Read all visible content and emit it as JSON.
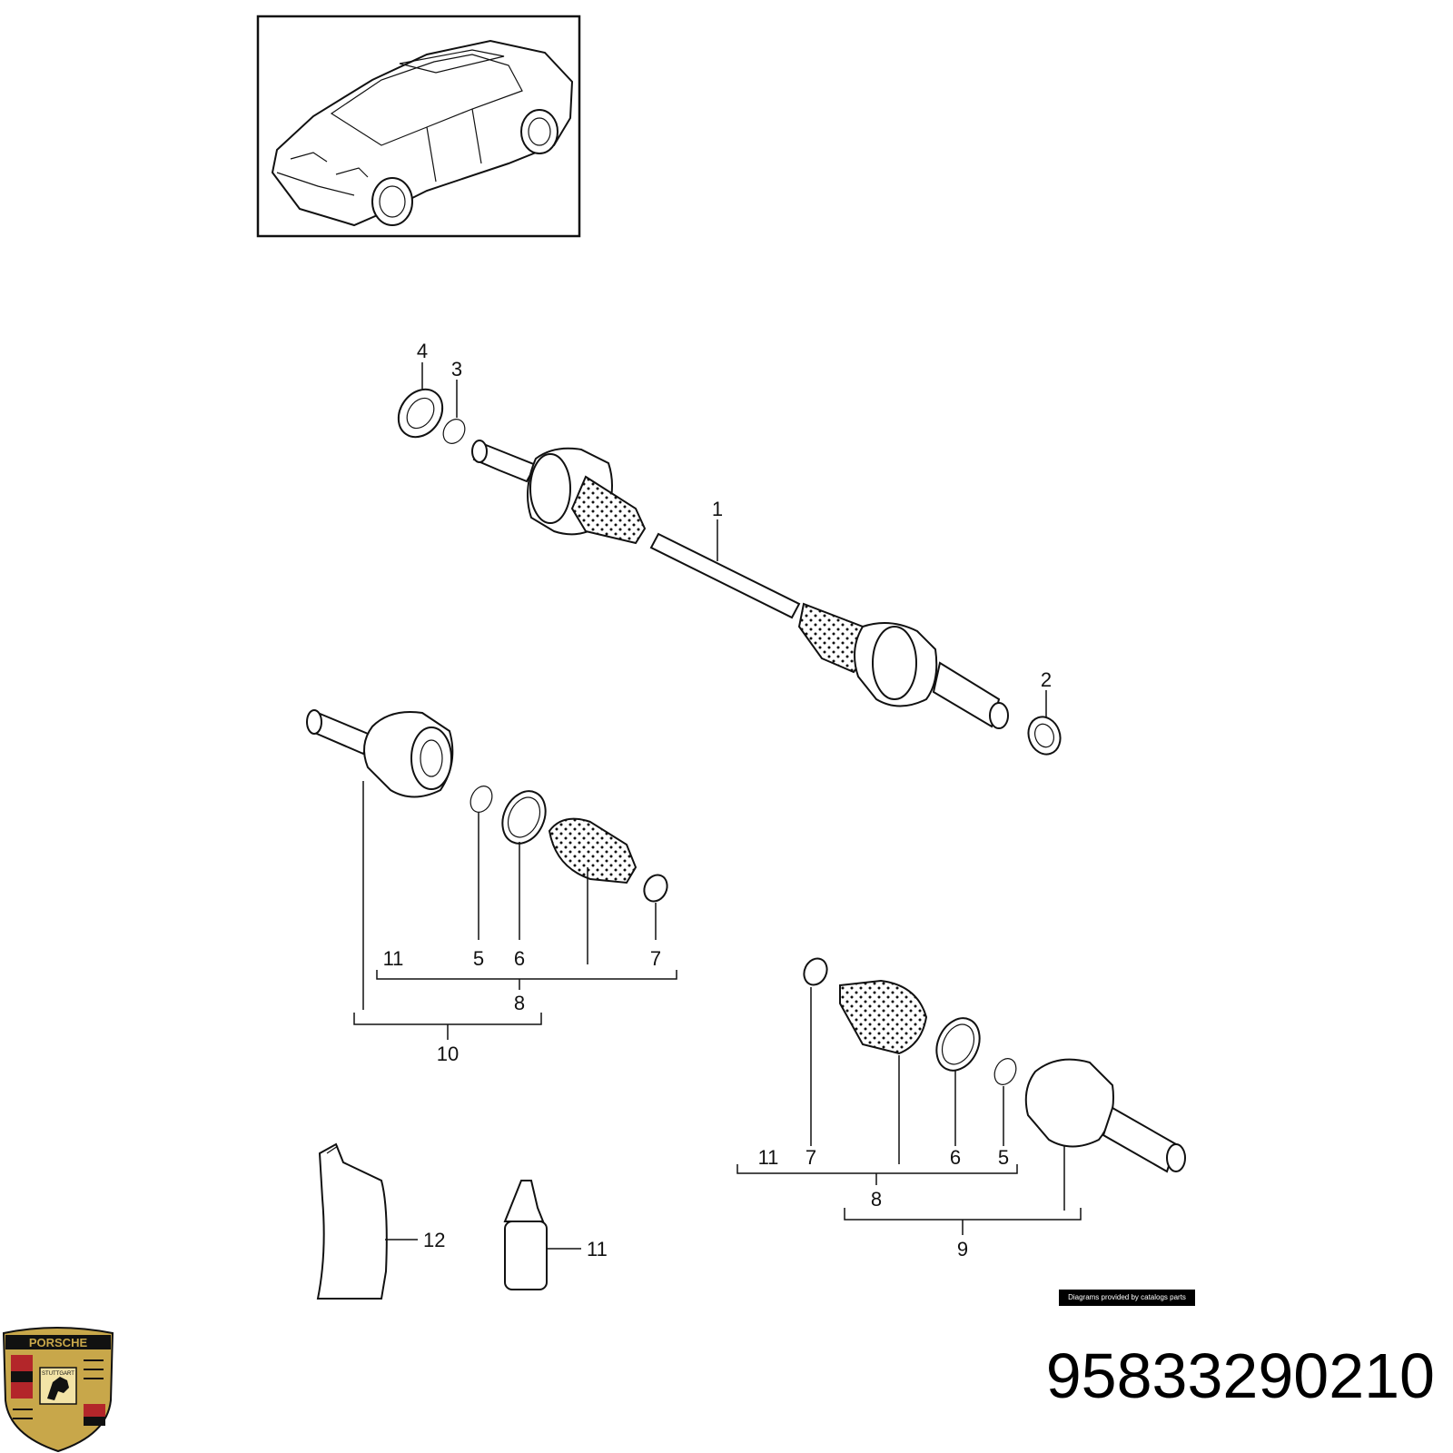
{
  "part_number": "95833290210",
  "credit_text": "Diagrams provided by catalogs parts",
  "logo": {
    "brand_text": "PORSCHE",
    "city_text": "STUTTGART",
    "colors": {
      "gold": "#c8a74a",
      "red": "#b3262a",
      "black": "#111111"
    }
  },
  "callouts": {
    "c1": "1",
    "c2": "2",
    "c3": "3",
    "c4": "4",
    "k10_11": "11",
    "k10_5": "5",
    "k10_6": "6",
    "k10_7": "7",
    "k10_8": "8",
    "k10_10": "10",
    "k9_11": "11",
    "k9_7": "7",
    "k9_6": "6",
    "k9_5": "5",
    "k9_8": "8",
    "k9_9": "9",
    "c12": "12",
    "c11": "11"
  }
}
